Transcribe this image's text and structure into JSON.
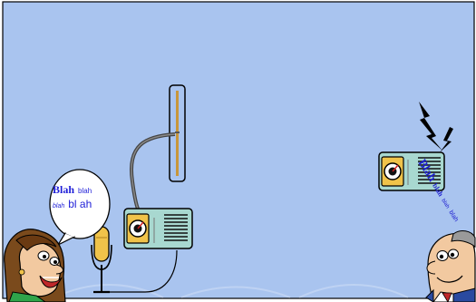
{
  "speech_bubble": {
    "word1": "Blah",
    "word2": "blah",
    "word3": "blah",
    "word4": "bl ah"
  },
  "radio_speech": {
    "word1": "Blah",
    "word2": "blah",
    "word3": "blah",
    "word4": "blah"
  },
  "colors": {
    "sky": "#a9c4ef",
    "frame": "#000000",
    "radio_body": "#a8d8d0",
    "dial": "#f0c34a",
    "text": "#1f1fd8",
    "antenna": "#c8963a"
  }
}
